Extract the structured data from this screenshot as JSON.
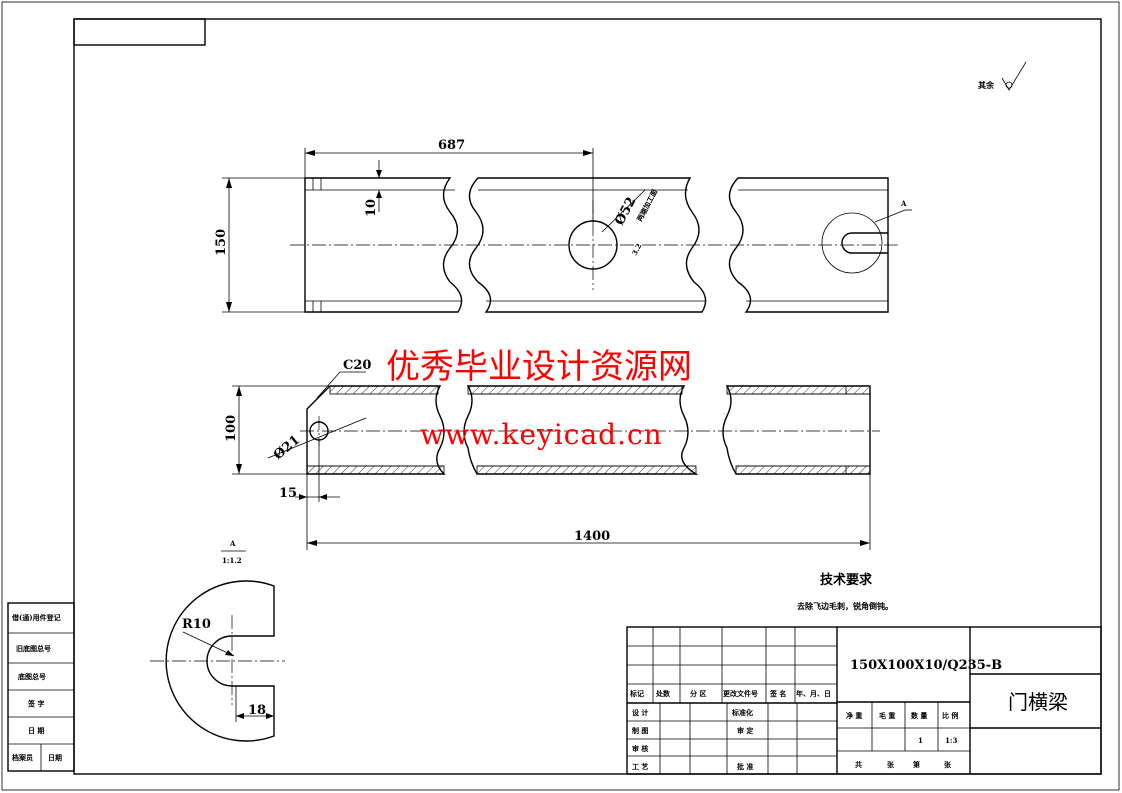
{
  "dimensions": {
    "len_687": "687",
    "thk_10": "10",
    "h_150": "150",
    "dia_52": "Ø52",
    "note_52": "两端加工面",
    "roughness_val": "3.2",
    "chamfer": "C20",
    "dia_21": "Ø21",
    "h_100": "100",
    "off_15": "15",
    "len_1400": "1400",
    "r_10": "R10",
    "w_18": "18"
  },
  "surface_finish_note": "其余",
  "section_marker": "A",
  "detail": {
    "label": "A",
    "scale": "1:1.2"
  },
  "tech_requirements": {
    "title": "技术要求",
    "text": "去除飞边毛刺，锐角倒钝。"
  },
  "watermark": {
    "line1": "优秀毕业设计资源网",
    "line2": "www.keyicad.cn"
  },
  "title_block": {
    "material": "150X100X10/Q235-B",
    "part_name": "门横梁",
    "rev_headers": [
      "标记",
      "处数",
      "分 区",
      "更改文件号",
      "签 名",
      "年、月、日"
    ],
    "roles": [
      "设 计",
      "制 图",
      "审 核",
      "工 艺"
    ],
    "std_check": "标准化",
    "review": "审 定",
    "approve": "批 准",
    "prop_headers": [
      "净 重",
      "毛 重",
      "数 量",
      "比 例"
    ],
    "quantity": "1",
    "scale": "1:3",
    "sheets": [
      "共",
      "张",
      "第",
      "张"
    ]
  },
  "left_margin": {
    "rows": [
      "借(通)用件登记",
      "旧底图总号",
      "底图总号",
      "签 字",
      "日 期"
    ],
    "footer": [
      "档案员",
      "日期"
    ]
  }
}
